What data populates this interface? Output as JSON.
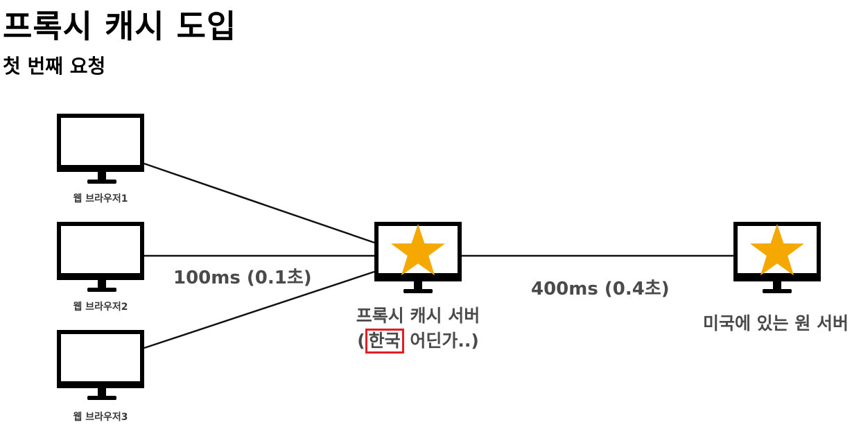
{
  "header": {
    "title": "프록시 캐시 도입",
    "subtitle": "첫 번째 요청"
  },
  "browsers": [
    {
      "label": "웹 브라우저1"
    },
    {
      "label": "웹 브라우저2"
    },
    {
      "label": "웹 브라우저3"
    }
  ],
  "proxy": {
    "line1": "프록시 캐시 서버",
    "paren_open": "(",
    "highlight": "한국",
    "rest": " 어딘가..)",
    "latency": "100ms (0.1초)"
  },
  "origin": {
    "label": "미국에 있는 원 서버",
    "latency": "400ms (0.4초)"
  },
  "colors": {
    "monitor": "#000000",
    "star": "#f5a800",
    "highlight_border": "#e01e24",
    "label_text": "#4a4a4a"
  }
}
